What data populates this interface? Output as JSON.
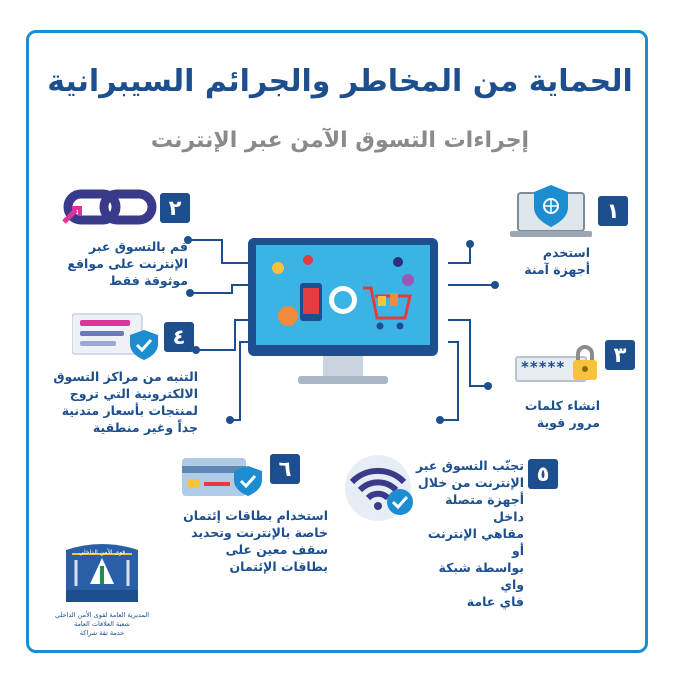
{
  "title": "الحماية من المخاطر والجرائم السيبرانية",
  "subtitle": "إجراءات التسوق الآمن عبر الإنترنت",
  "steps": [
    {
      "number": "١",
      "lines": [
        "استخدم",
        "أجهزة آمنة"
      ]
    },
    {
      "number": "٢",
      "lines": [
        "قم بالتسوق عبر",
        "الإنترنت على مواقع",
        "موثوقة فقط"
      ]
    },
    {
      "number": "٣",
      "lines": [
        "انشاء كلمات",
        "مرور قوية"
      ],
      "password_mask": "*****"
    },
    {
      "number": "٤",
      "lines": [
        "التنبه من مراكز التسوق",
        "الالكترونية التي تروج",
        "لمنتجات بأسعار متدنية",
        "جداً وغير منطقية"
      ]
    },
    {
      "number": "٥",
      "lines": [
        "تجنّب التسوق عبر",
        "الإنترنت من خلال",
        "أجهزة متصلة داخل",
        "مقاهي الإنترنت أو",
        "بواسطة شبكة واي",
        "فاي عامة"
      ]
    },
    {
      "number": "٦",
      "lines": [
        "استخدام بطاقات إئتمان",
        "خاصة بالإنترنت وتحديد",
        "سقف معين على",
        "بطاقات الإئتمان"
      ]
    }
  ],
  "footer": {
    "emblem_text": "قوى الأمن الداخلي",
    "lines": [
      "المديرية العامة لقوى الأمن الداخلي",
      "شعبة العلاقات العامة",
      "خدمة ثقة شراكة"
    ]
  },
  "colors": {
    "navy": "#1d4f8e",
    "blue": "#1c8dd0",
    "gray": "#8a8a8a",
    "red": "#e23c3c",
    "yellow": "#f6c33b"
  }
}
